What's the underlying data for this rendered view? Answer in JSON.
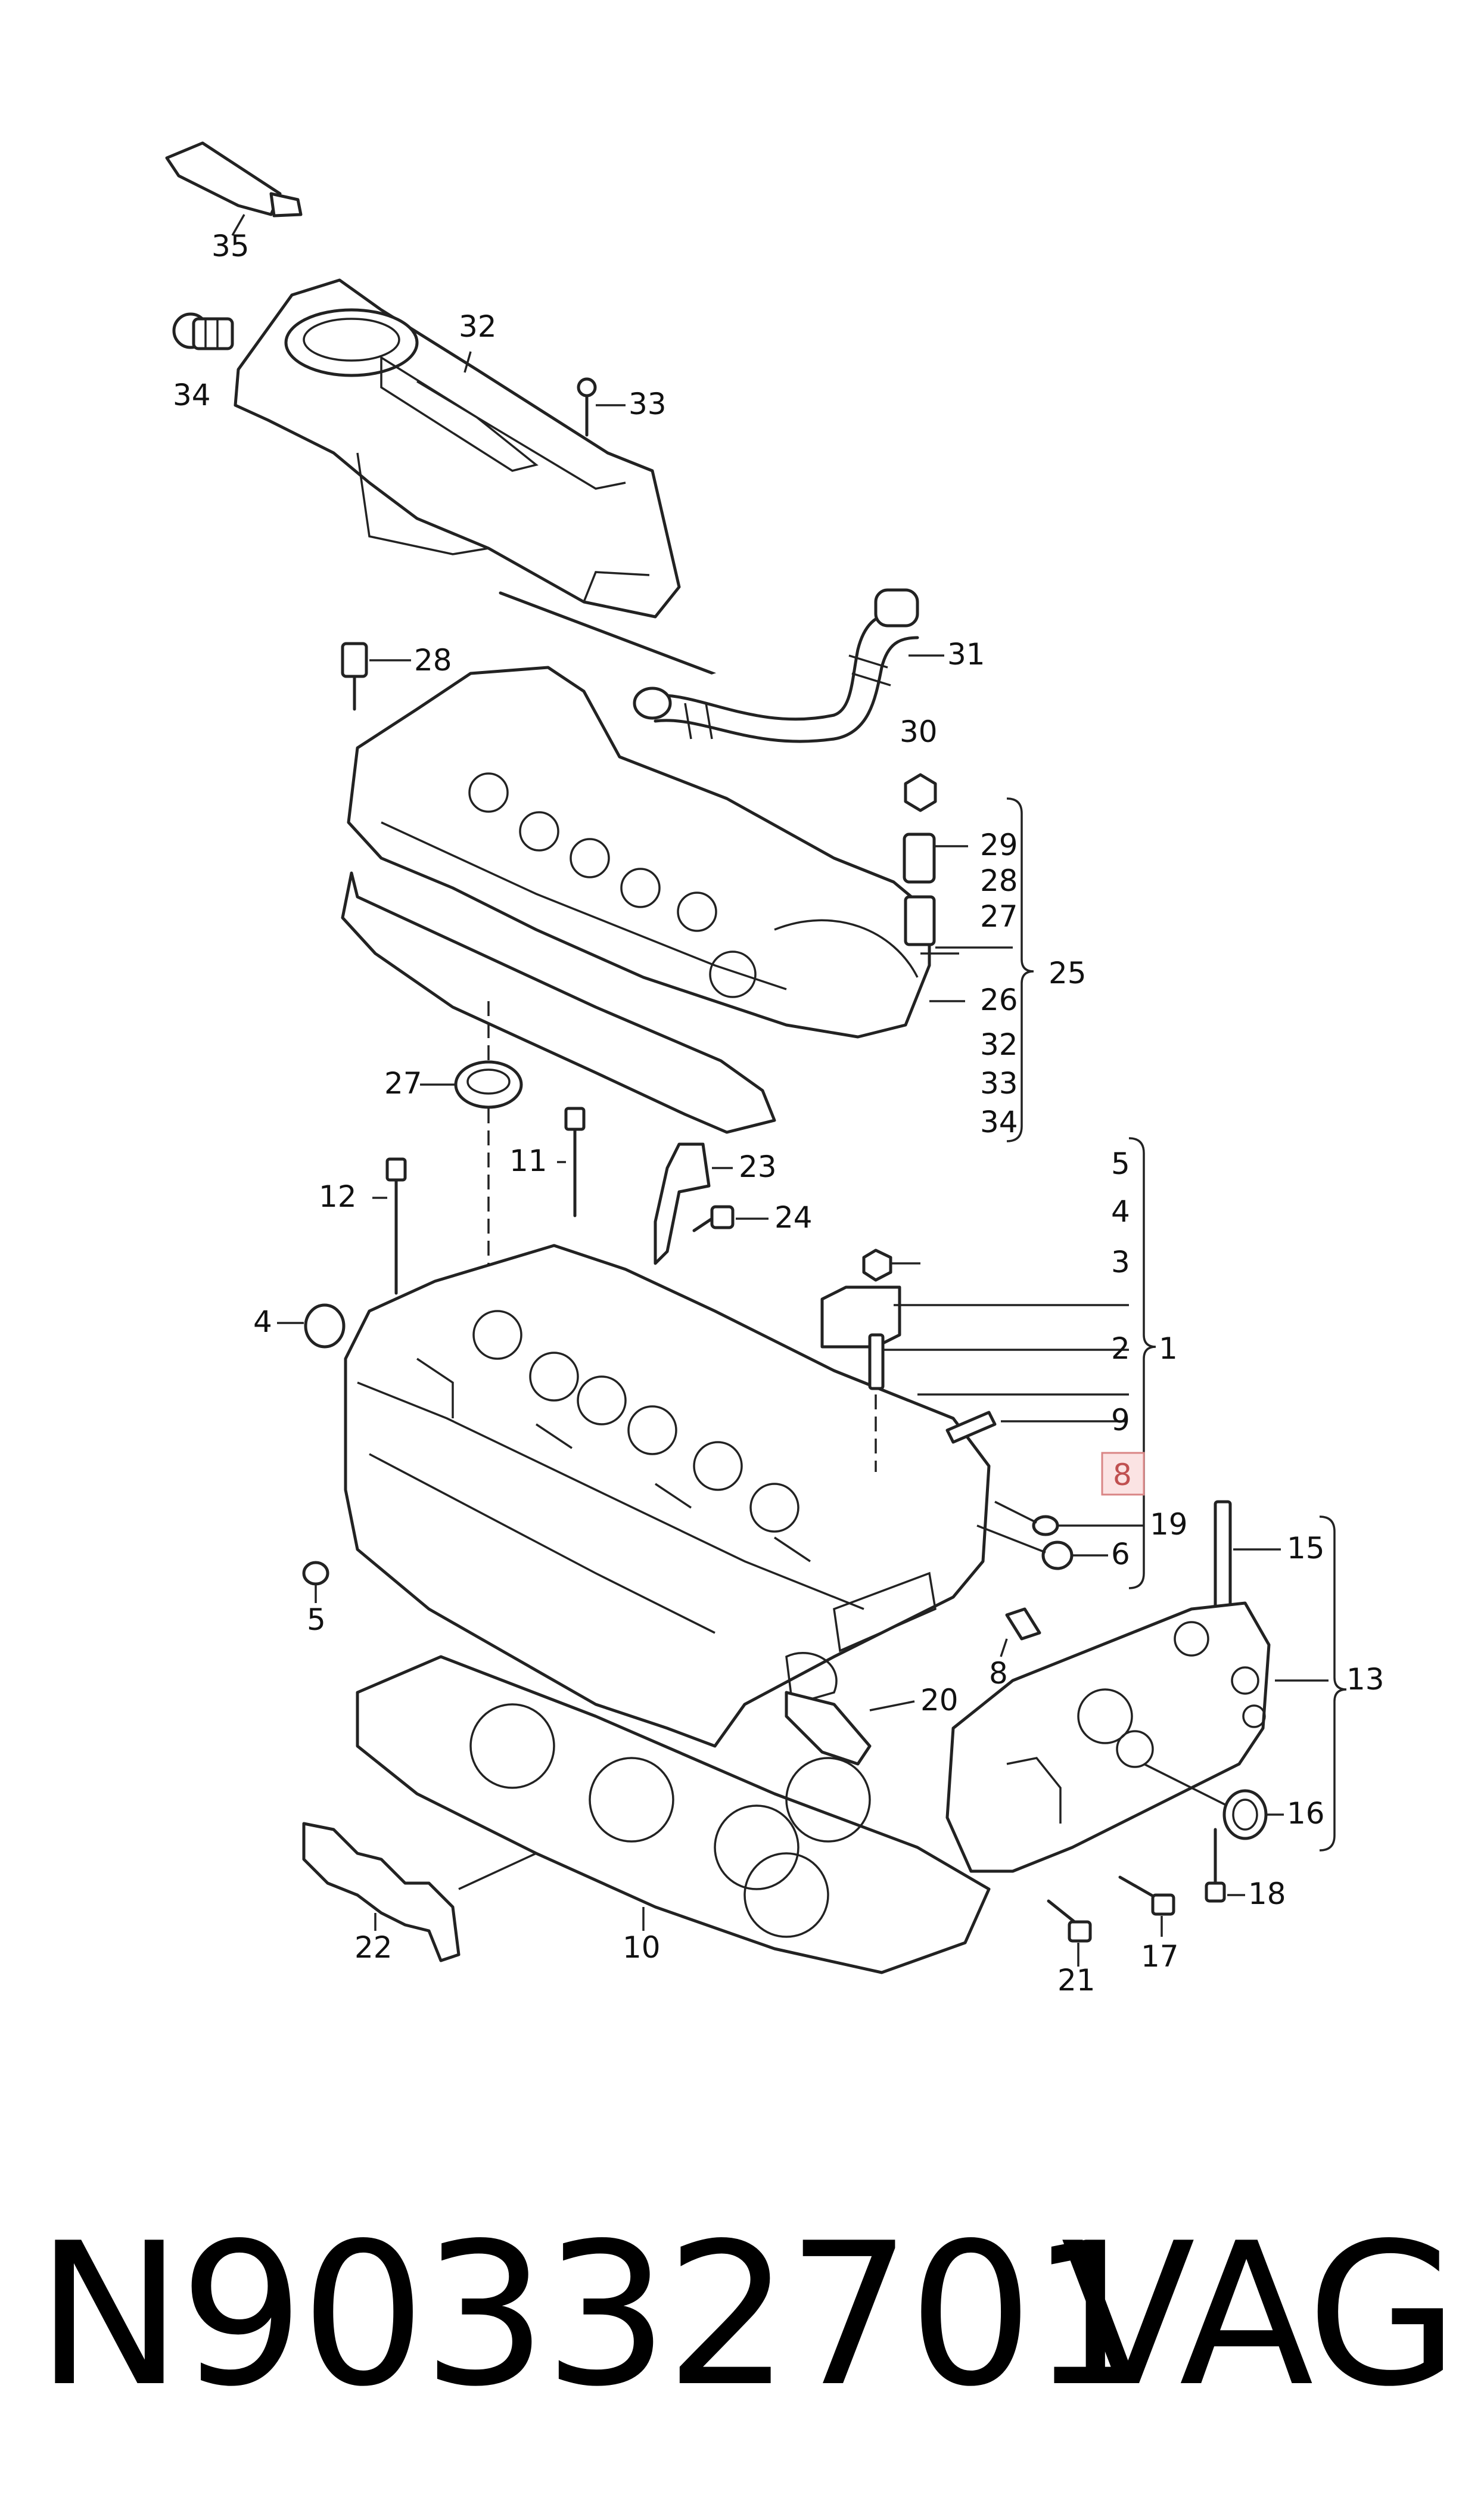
{
  "diagram": {
    "callouts": [
      "1",
      "2",
      "3",
      "4",
      "4",
      "5",
      "5",
      "6",
      "8",
      "9",
      "10",
      "11",
      "12",
      "13",
      "15",
      "16",
      "17",
      "18",
      "19",
      "20",
      "21",
      "22",
      "23",
      "24",
      "25",
      "26",
      "27",
      "27",
      "28",
      "28",
      "29",
      "30",
      "31",
      "32",
      "32",
      "33",
      "33",
      "34",
      "34",
      "35"
    ],
    "highlighted_callout": "8",
    "highlight_color": "#fbe3e3"
  },
  "footer": {
    "part_number": "N90332701",
    "brand": "VAG"
  }
}
